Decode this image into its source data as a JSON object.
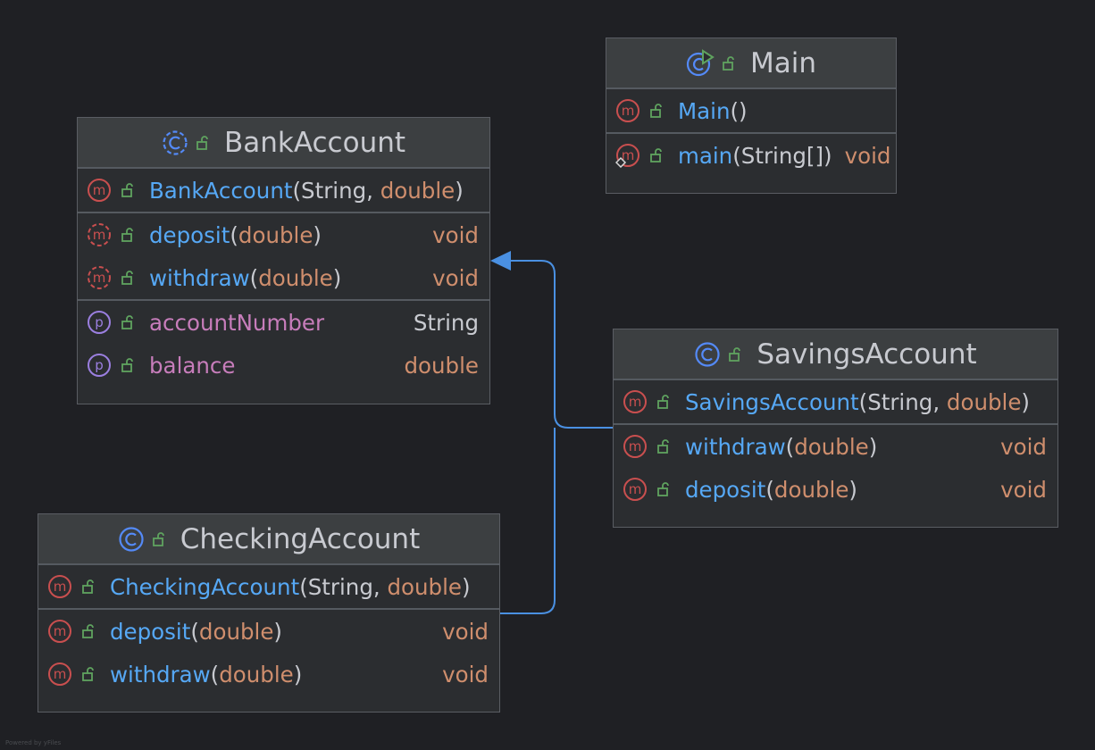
{
  "classes": {
    "main": {
      "title": "Main",
      "constructor": {
        "name": "Main",
        "params": "()"
      },
      "method": {
        "name": "main",
        "params_open": "(",
        "param_type": "String[]",
        "params_close": ")",
        "return": "void"
      }
    },
    "bank": {
      "title": "BankAccount",
      "constructor": {
        "name": "BankAccount",
        "open": "(",
        "p1": "String",
        "sep": ", ",
        "p2": "double",
        "close": ")"
      },
      "methods": [
        {
          "name": "deposit",
          "open": "(",
          "p": "double",
          "close": ")",
          "return": "void"
        },
        {
          "name": "withdraw",
          "open": "(",
          "p": "double",
          "close": ")",
          "return": "void"
        }
      ],
      "properties": [
        {
          "name": "accountNumber",
          "type": "String"
        },
        {
          "name": "balance",
          "type": "double"
        }
      ]
    },
    "savings": {
      "title": "SavingsAccount",
      "constructor": {
        "name": "SavingsAccount",
        "open": "(",
        "p1": "String",
        "sep": ", ",
        "p2": "double",
        "close": ")"
      },
      "methods": [
        {
          "name": "withdraw",
          "open": "(",
          "p": "double",
          "close": ")",
          "return": "void"
        },
        {
          "name": "deposit",
          "open": "(",
          "p": "double",
          "close": ")",
          "return": "void"
        }
      ]
    },
    "checking": {
      "title": "CheckingAccount",
      "constructor": {
        "name": "CheckingAccount",
        "open": "(",
        "p1": "String",
        "sep": ", ",
        "p2": "double",
        "close": ")"
      },
      "methods": [
        {
          "name": "deposit",
          "open": "(",
          "p": "double",
          "close": ")",
          "return": "void"
        },
        {
          "name": "withdraw",
          "open": "(",
          "p": "double",
          "close": ")",
          "return": "void"
        }
      ]
    }
  },
  "relationships": [
    {
      "from": "SavingsAccount",
      "to": "BankAccount",
      "type": "inheritance"
    },
    {
      "from": "CheckingAccount",
      "to": "BankAccount",
      "type": "inheritance"
    }
  ],
  "footer": "Powered by yFiles",
  "colors": {
    "background": "#1f2024",
    "method_name": "#56a8f5",
    "property_name": "#c77dbb",
    "primitive_type": "#cf8e6d",
    "arrow": "#4a90e2",
    "method_icon": "#c94f4f",
    "property_icon": "#9b7fe0",
    "class_icon": "#548af7",
    "lock_icon": "#5fa35f"
  },
  "icons": {
    "class": "class-c-icon",
    "abstract_class": "abstract-class-c-icon",
    "main_class": "runnable-class-icon",
    "method": "method-m-icon",
    "abstract_method": "abstract-method-m-icon",
    "property": "property-p-icon",
    "public": "public-lock-icon"
  }
}
